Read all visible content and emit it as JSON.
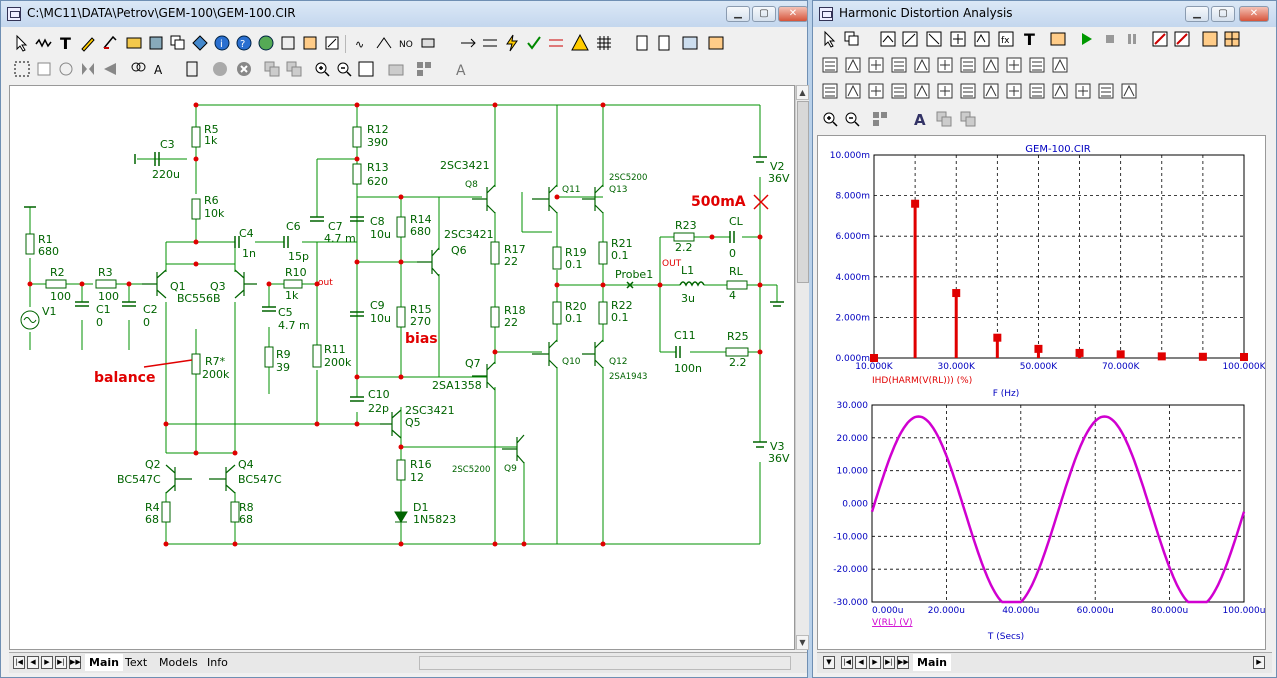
{
  "schematic_window": {
    "title": "C:\\MC11\\DATA\\Petrov\\GEM-100\\GEM-100.CIR",
    "tabs": [
      "Main",
      "Text",
      "Models",
      "Info"
    ],
    "components": [
      {
        "ref": "C3",
        "value": "220u"
      },
      {
        "ref": "R5",
        "value": "1k"
      },
      {
        "ref": "R6",
        "value": "10k"
      },
      {
        "ref": "R1",
        "value": "680"
      },
      {
        "ref": "R2",
        "value": "100"
      },
      {
        "ref": "R3",
        "value": "100"
      },
      {
        "ref": "C1",
        "value": "0"
      },
      {
        "ref": "C2",
        "value": "0"
      },
      {
        "ref": "V1",
        "value": ""
      },
      {
        "ref": "Q1",
        "value": "BC556B"
      },
      {
        "ref": "Q3",
        "value": ""
      },
      {
        "ref": "C4",
        "value": "1n"
      },
      {
        "ref": "C6",
        "value": "15p"
      },
      {
        "ref": "C7",
        "value": "4.7 m"
      },
      {
        "ref": "R10",
        "value": "1k"
      },
      {
        "ref": "C5",
        "value": "4.7 m"
      },
      {
        "ref": "R9",
        "value": "39"
      },
      {
        "ref": "R11",
        "value": "200k"
      },
      {
        "ref": "R7*",
        "value": "200k"
      },
      {
        "ref": "Q2",
        "value": "BC547C"
      },
      {
        "ref": "Q4",
        "value": "BC547C"
      },
      {
        "ref": "R4",
        "value": "68"
      },
      {
        "ref": "R8",
        "value": "68"
      },
      {
        "ref": "R12",
        "value": "390"
      },
      {
        "ref": "R13",
        "value": "620"
      },
      {
        "ref": "C8",
        "value": "10u"
      },
      {
        "ref": "R14",
        "value": "680"
      },
      {
        "ref": "Q6",
        "value": "2SC3421"
      },
      {
        "ref": "C9",
        "value": "10u"
      },
      {
        "ref": "R15",
        "value": "270"
      },
      {
        "ref": "C10",
        "value": "22p"
      },
      {
        "ref": "Q5",
        "value": "2SC3421"
      },
      {
        "ref": "R16",
        "value": "12"
      },
      {
        "ref": "D1",
        "value": "1N5823"
      },
      {
        "ref": "Q8",
        "value": "2SC3421"
      },
      {
        "ref": "Q7",
        "value": "2SA1358"
      },
      {
        "ref": "R17",
        "value": "22"
      },
      {
        "ref": "R18",
        "value": "22"
      },
      {
        "ref": "Q9",
        "value": "2SC5200"
      },
      {
        "ref": "Q11",
        "value": ""
      },
      {
        "ref": "Q13",
        "value": "2SC5200"
      },
      {
        "ref": "R19",
        "value": "0.1"
      },
      {
        "ref": "R21",
        "value": "0.1"
      },
      {
        "ref": "R20",
        "value": "0.1"
      },
      {
        "ref": "R22",
        "value": "0.1"
      },
      {
        "ref": "Q10",
        "value": ""
      },
      {
        "ref": "Q12",
        "value": "2SA1943"
      },
      {
        "ref": "R23",
        "value": "2.2"
      },
      {
        "ref": "CL",
        "value": "0"
      },
      {
        "ref": "L1",
        "value": "3u"
      },
      {
        "ref": "RL",
        "value": "4"
      },
      {
        "ref": "C11",
        "value": "100n"
      },
      {
        "ref": "R25",
        "value": "2.2"
      },
      {
        "ref": "V2",
        "value": "36V"
      },
      {
        "ref": "V3",
        "value": "36V"
      }
    ],
    "labels": {
      "probe": "Probe1",
      "out1": "out",
      "out2": "OUT",
      "balance": "balance",
      "bias": "bias",
      "current": "500mA"
    },
    "colors": {
      "wire": "#009000",
      "component": "#006400",
      "node": "#e00000",
      "annotation": "#e00000"
    }
  },
  "analysis_window": {
    "title": "Harmonic Distortion Analysis",
    "tabs": [
      "Main"
    ],
    "plot_title": "GEM-100.CIR",
    "colors": {
      "harmonics": "#e00000",
      "waveform": "#d000d0",
      "grid": "#000000",
      "axis_text": "#0000c0"
    }
  },
  "chart_data": [
    {
      "type": "bar",
      "title": "GEM-100.CIR",
      "xlabel": "F (Hz)",
      "ylabel": "IHD(HARM(V(RL))) (%)",
      "x_tick_labels": [
        "10.000K",
        "30.000K",
        "50.000K",
        "70.000K",
        "100.000K"
      ],
      "y_tick_labels": [
        "0.000m",
        "2.000m",
        "4.000m",
        "6.000m",
        "8.000m",
        "10.000m"
      ],
      "xlim": [
        10000,
        100000
      ],
      "ylim": [
        0,
        0.01
      ],
      "x": [
        10000,
        20000,
        30000,
        40000,
        50000,
        60000,
        70000,
        80000,
        90000,
        100000
      ],
      "values": [
        0.0,
        0.0076,
        0.0032,
        0.001,
        0.00045,
        0.00025,
        0.00018,
        8e-05,
        6e-05,
        5e-05
      ],
      "grid": true
    },
    {
      "type": "line",
      "xlabel": "T (Secs)",
      "ylabel": "V(RL) (V)",
      "x_tick_labels": [
        "0.000u",
        "20.000u",
        "40.000u",
        "60.000u",
        "80.000u",
        "100.000u"
      ],
      "y_tick_labels": [
        "-30.000",
        "-20.000",
        "-10.000",
        "0.000",
        "10.000",
        "20.000",
        "30.000"
      ],
      "xlim": [
        0,
        0.0001
      ],
      "ylim": [
        -30,
        30
      ],
      "series": [
        {
          "amplitude": 29,
          "frequency": 20000,
          "offset": -2.5,
          "color": "#d000d0"
        }
      ],
      "grid": true
    }
  ]
}
